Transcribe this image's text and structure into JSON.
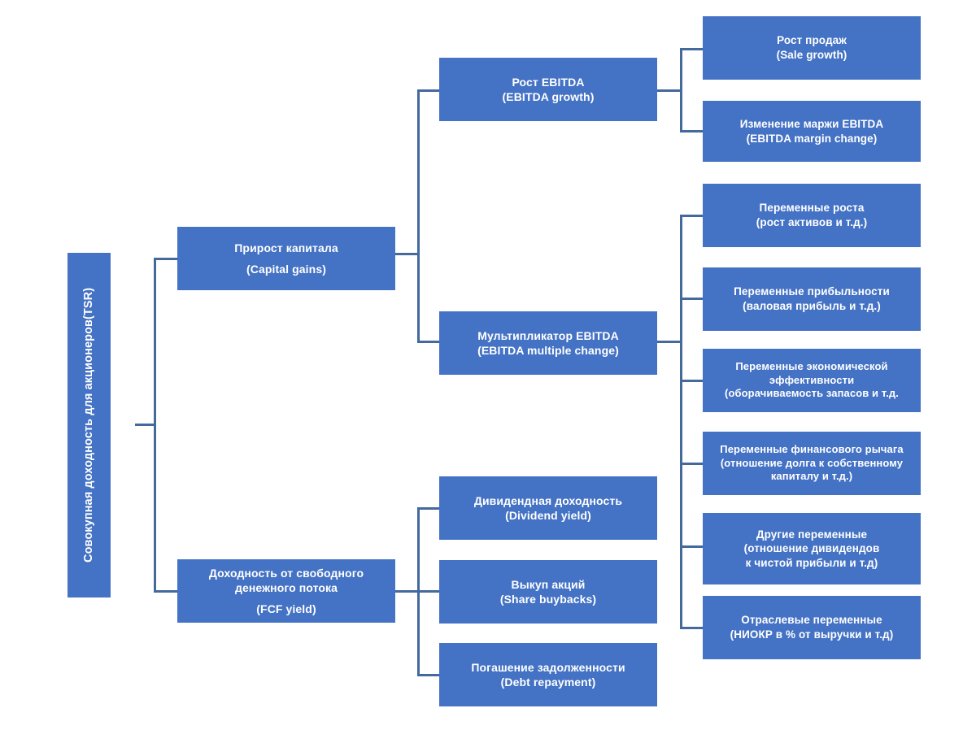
{
  "diagram": {
    "title": "Total Shareholder Return (TSR) decomposition tree",
    "colors": {
      "node_fill": "#4472C4",
      "node_text": "#FFFFFF",
      "connector": "#44699C",
      "background": "#FFFFFF"
    },
    "root": {
      "line1": "Совокупная доходность для акционеров",
      "line2": "(TSR)"
    },
    "level2": [
      {
        "id": "capital-gains",
        "line1": "Прирост капитала",
        "line2": "(Capital gains)"
      },
      {
        "id": "fcf-yield",
        "line1": "Доходность от свободного",
        "line2": "денежного потока",
        "line3": "(FCF yield)"
      }
    ],
    "level3": [
      {
        "id": "ebitda-growth",
        "line1": "Рост EBITDA",
        "line2": "(EBITDA growth)"
      },
      {
        "id": "ebitda-multiple",
        "line1": "Мультипликатор EBITDA",
        "line2": "(EBITDA multiple change)"
      },
      {
        "id": "dividend-yield",
        "line1": "Дивидендная доходность",
        "line2": "(Dividend yield)"
      },
      {
        "id": "share-buybacks",
        "line1": "Выкуп акций",
        "line2": "(Share buybacks)"
      },
      {
        "id": "debt-repayment",
        "line1": "Погашение задолженности",
        "line2": "(Debt repayment)"
      }
    ],
    "level4": [
      {
        "id": "sale-growth",
        "line1": "Рост продаж",
        "line2": "(Sale growth)"
      },
      {
        "id": "ebitda-margin-change",
        "line1": "Изменение маржи EBITDA",
        "line2": "(EBITDA margin change)"
      },
      {
        "id": "growth-variables",
        "line1": "Переменные роста",
        "line2": "(рост активов и т.д.)"
      },
      {
        "id": "profitability-variables",
        "line1": "Переменные прибыльности",
        "line2": "(валовая прибыль и т.д.)"
      },
      {
        "id": "efficiency-variables",
        "line1": "Переменные экономической",
        "line2": "эффективности",
        "line3": "(оборачиваемость запасов и т.д."
      },
      {
        "id": "leverage-variables",
        "line1": "Переменные финансового рычага",
        "line2": "(отношение долга к собственному",
        "line3": "капиталу и т.д.)"
      },
      {
        "id": "other-variables",
        "line1": "Другие переменные",
        "line2": "(отношение дивидендов",
        "line3": "к чистой прибыли и т.д)"
      },
      {
        "id": "industry-variables",
        "line1": "Отраслевые переменные",
        "line2": "(НИОКР в % от выручки и т.д)"
      }
    ]
  }
}
